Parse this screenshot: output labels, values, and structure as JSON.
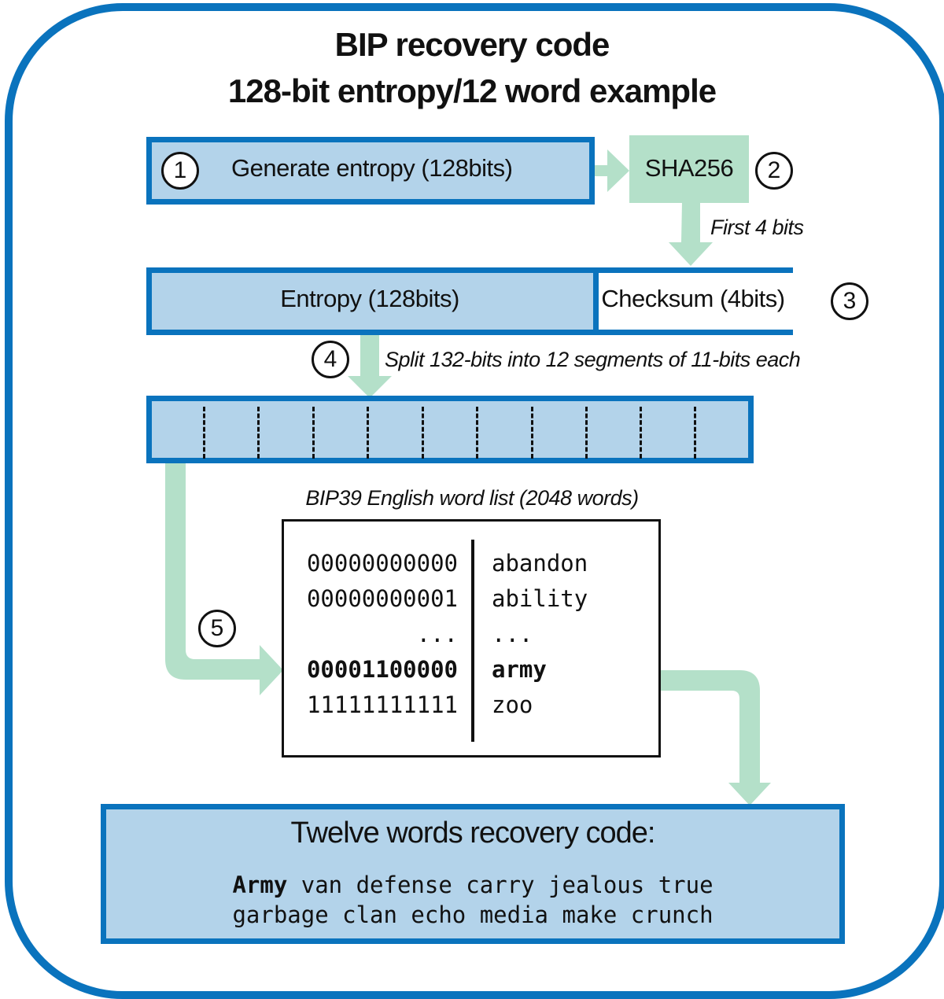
{
  "title": {
    "line1": "BIP recovery code",
    "line2": "128-bit entropy/12 word example"
  },
  "steps": {
    "generate": {
      "number": "1",
      "label": "Generate entropy (128bits)"
    },
    "sha": {
      "number": "2",
      "label": "SHA256"
    },
    "first_bits_note": "First 4 bits",
    "combined": {
      "number": "3",
      "entropy_label": "Entropy (128bits)",
      "checksum_label": "Checksum (4bits)"
    },
    "split": {
      "number": "4",
      "note": "Split 132-bits into 12 segments of 11-bits each"
    },
    "lookup": {
      "number": "5"
    }
  },
  "wordlist": {
    "title": "BIP39 English word list (2048 words)",
    "rows": [
      {
        "bits": "00000000000",
        "word": "abandon"
      },
      {
        "bits": "00000000001",
        "word": "ability"
      },
      {
        "bits": "...",
        "word": "..."
      },
      {
        "bits": "00001100000",
        "word": "army"
      },
      {
        "bits": "11111111111",
        "word": "zoo"
      }
    ]
  },
  "result": {
    "title": "Twelve words recovery code:",
    "first_word": "Army",
    "line1_rest": " van defense carry jealous true",
    "line2": "garbage clan echo media make crunch"
  },
  "colors": {
    "frame_blue": "#0a73bd",
    "box_fill": "#b3d3ea",
    "arrow_green": "#b4e0c9"
  }
}
